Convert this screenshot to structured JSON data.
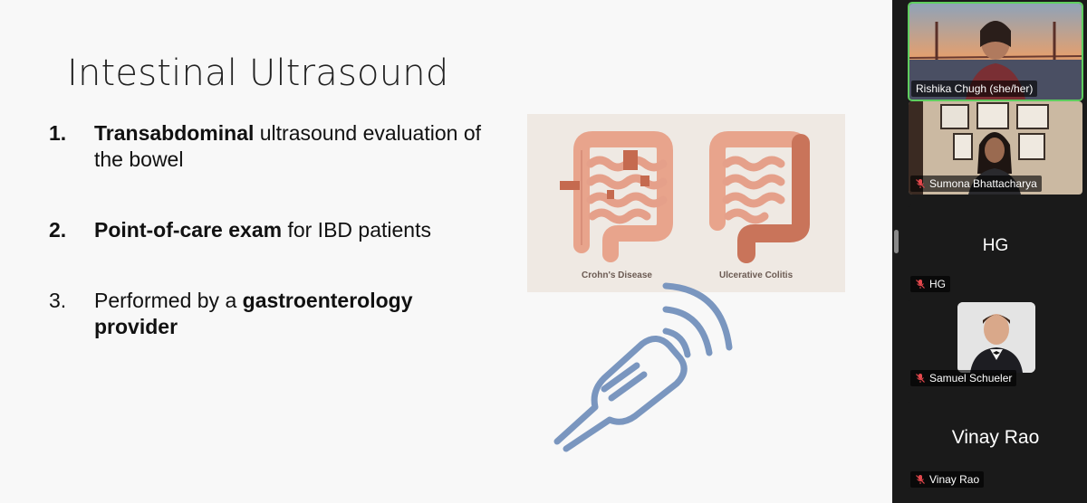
{
  "slide": {
    "title": "Intestinal Ultrasound",
    "bullets": [
      {
        "number": "1.",
        "bold": "Transabdominal",
        "rest": " ultrasound evaluation of the bowel"
      },
      {
        "number": "2.",
        "bold": "Point-of-care exam",
        "rest": " for IBD patients"
      },
      {
        "number": "3.",
        "lead": "Performed by a ",
        "bold": "gastroenterology provider"
      }
    ],
    "illustration": {
      "left_caption": "Crohn's Disease",
      "right_caption": "Ulcerative Colitis"
    }
  },
  "participants": [
    {
      "name": "Rishika Chugh (she/her)",
      "active_speaker": true,
      "video": "on",
      "muted": false
    },
    {
      "name": "Sumona Bhattacharya",
      "video": "on",
      "muted": true
    },
    {
      "name": "HG",
      "initials": "HG",
      "video": "off",
      "muted": true
    },
    {
      "name": "Samuel Schueler",
      "video": "avatar",
      "muted": true
    },
    {
      "name": "Vinay Rao",
      "initials": "Vinay Rao",
      "video": "off",
      "muted": true
    }
  ],
  "colors": {
    "active_speaker_border": "#5fce5f",
    "muted_icon": "#e5484d",
    "probe": "#7a96bf",
    "bowel": "#e8a48c"
  },
  "icons": [
    "microphone-muted-icon",
    "ultrasound-probe-icon"
  ]
}
